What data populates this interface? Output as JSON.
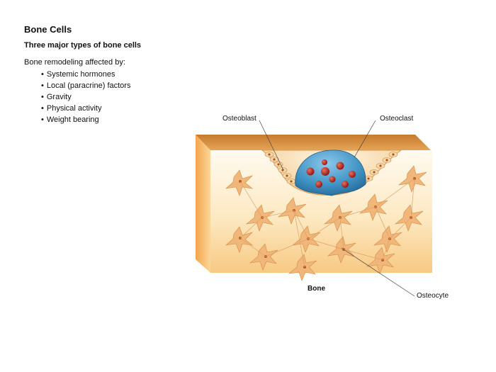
{
  "title": "Bone Cells",
  "subtitle": "Three major types of bone cells",
  "intro": "Bone remodeling affected by:",
  "factors": [
    "Systemic hormones",
    "Local (paracrine) factors",
    "Gravity",
    "Physical activity",
    "Weight bearing"
  ],
  "labels": {
    "osteoblast": "Osteoblast",
    "osteoclast": "Osteoclast",
    "osteocyte": "Osteocyte",
    "bone": "Bone"
  },
  "colors": {
    "bone_light": "#fdf0d2",
    "bone_dark": "#f6b65a",
    "bone_top": "#d99342",
    "osteoclast": "#3f92c4",
    "nucleus": "#a8201a",
    "osteocyte": "#f1b679"
  }
}
